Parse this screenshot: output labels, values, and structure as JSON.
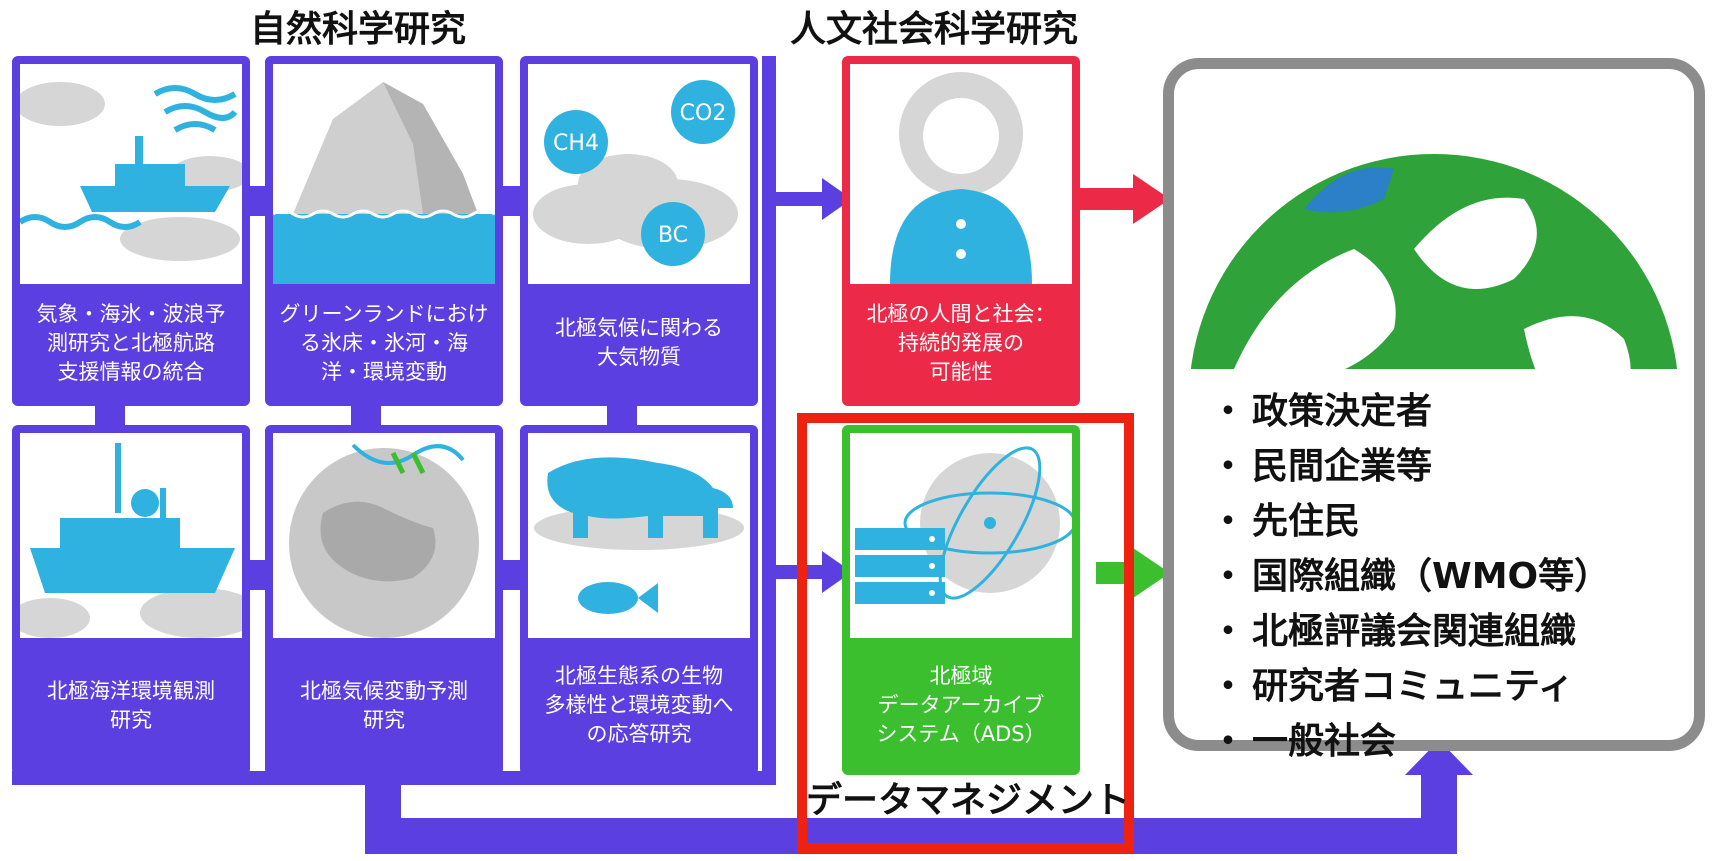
{
  "headings": {
    "natural_science": "自然科学研究",
    "humanities_social": "人文社会科学研究"
  },
  "natural_science_cards": [
    {
      "label": "気象・海氷・波浪予\n測研究と北極航路\n支援情報の統合",
      "icon": "ship-on-waves-icon"
    },
    {
      "label": "グリーンランドにおけ\nる氷床・氷河・海\n洋・環境変動",
      "icon": "iceberg-icon"
    },
    {
      "label": "北極気候に関わる\n大気物質",
      "icon": "atmospheric-gases-icon",
      "gases": [
        "CH4",
        "CO2",
        "BC"
      ]
    },
    {
      "label": "北極海洋環境観測\n研究",
      "icon": "research-vessel-icon"
    },
    {
      "label": "北極気候変動予測\n研究",
      "icon": "globe-arrows-icon"
    },
    {
      "label": "北極生態系の生物\n多様性と環境変動へ\nの応答研究",
      "icon": "polar-bear-fish-icon"
    }
  ],
  "humanities_card": {
    "label": "北極の人間と社会：\n持続的発展の\n可能性",
    "icon": "arctic-person-icon"
  },
  "ads_card": {
    "label": "北極域\nデータアーカイブ\nシステム（ADS）",
    "icon": "data-server-globe-icon"
  },
  "data_management_label": "データマネジメント",
  "audience": [
    "政策決定者",
    "民間企業等",
    "先住民",
    "国際組織（WMO等）",
    "北極評議会関連組織",
    "研究者コミュニティ",
    "一般社会"
  ],
  "colors": {
    "purple": "#5b3fe0",
    "red": "#ec2a47",
    "green": "#3bbf2e",
    "cyan": "#2fb2e0",
    "highlight": "#ee2211",
    "globe_green": "#2fa23a",
    "globe_blue": "#2b80c8"
  }
}
